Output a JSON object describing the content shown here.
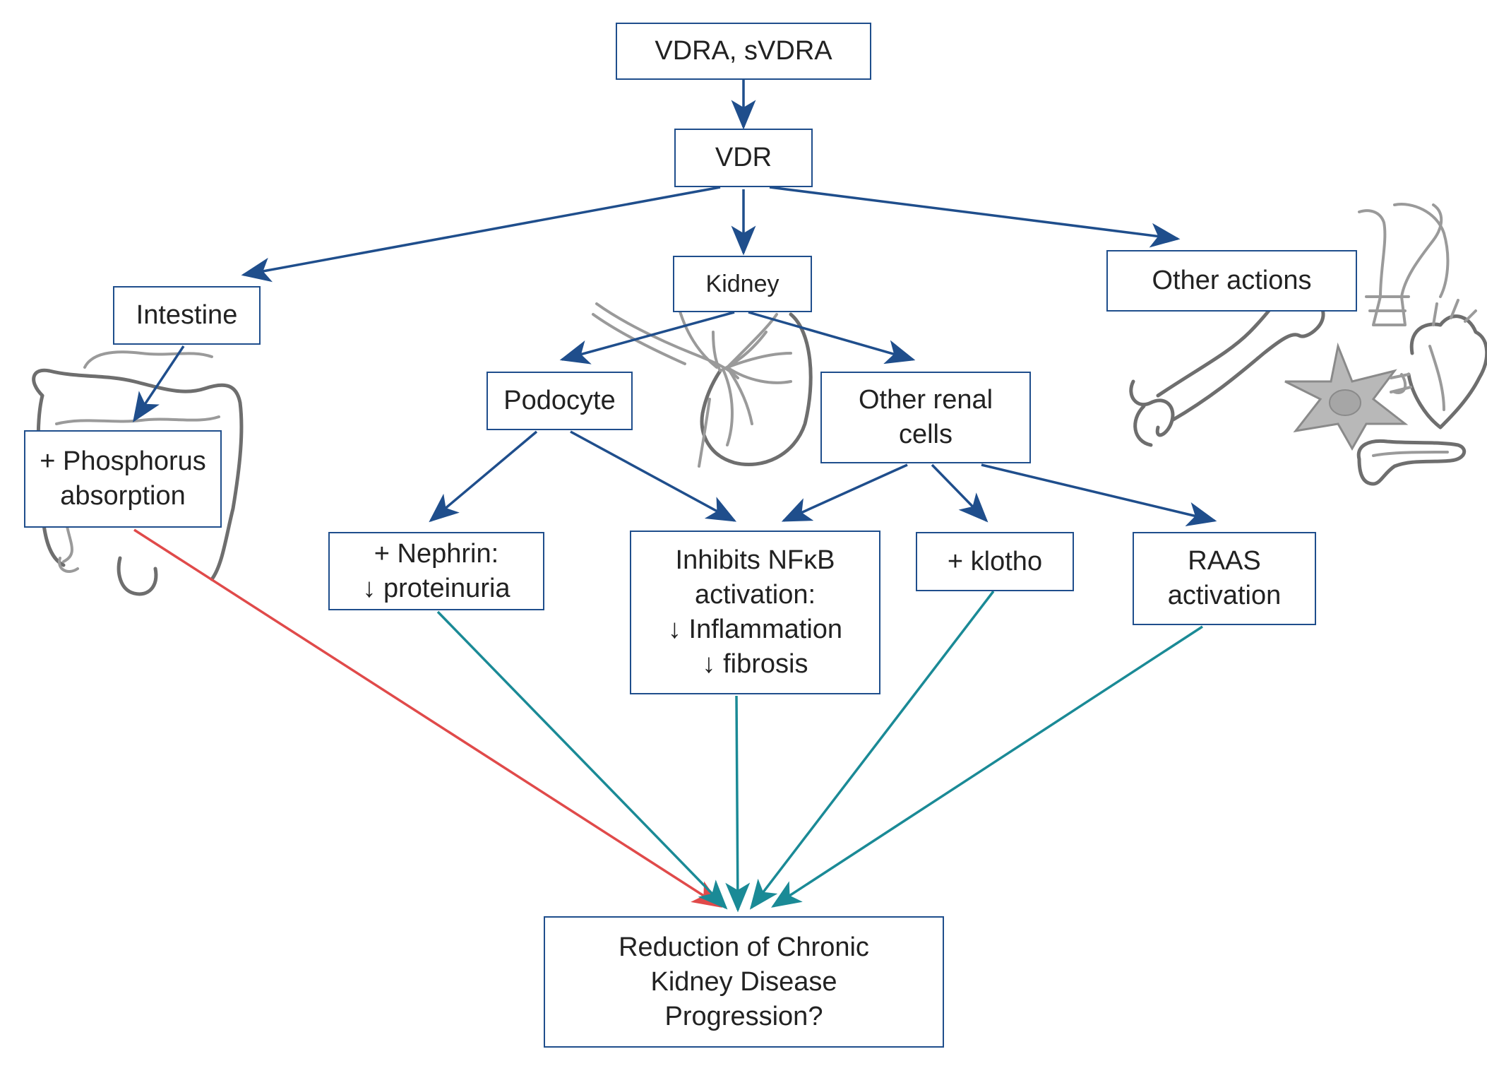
{
  "colors": {
    "box_border": "#1f4e8c",
    "arrow_navy": "#1f4e8c",
    "arrow_teal": "#1a8a96",
    "arrow_red": "#e04a4a",
    "sketch_gray": "#9a9a9a"
  },
  "nodes": {
    "vdra": {
      "lines": [
        "VDRA, sVDRA"
      ]
    },
    "vdr": {
      "lines": [
        "VDR"
      ]
    },
    "intestine": {
      "lines": [
        "Intestine"
      ]
    },
    "kidney": {
      "lines": [
        "Kidney"
      ]
    },
    "other_actions": {
      "lines": [
        "Other actions"
      ]
    },
    "phosphorus": {
      "lines": [
        "+ Phosphorus",
        "absorption"
      ]
    },
    "podocyte": {
      "lines": [
        "Podocyte"
      ]
    },
    "other_renal": {
      "lines": [
        "Other renal",
        "cells"
      ]
    },
    "nephrin": {
      "lines": [
        "+ Nephrin:",
        "↓ proteinuria"
      ]
    },
    "nfkb": {
      "lines": [
        "Inhibits NFκB",
        "activation:",
        "↓ Inflammation",
        "↓  fibrosis"
      ]
    },
    "klotho": {
      "lines": [
        "+ klotho"
      ]
    },
    "raas": {
      "lines": [
        "RAAS",
        "activation"
      ]
    },
    "reduction": {
      "lines": [
        "Reduction of Chronic",
        "Kidney Disease",
        "Progression?"
      ]
    }
  },
  "illustrations": {
    "intestine": "intestine-sketch",
    "kidney": "kidney-sketch",
    "other_actions": [
      "parathyroid-sketch",
      "bone-sketch",
      "bone-cell-sketch",
      "heart-sketch",
      "pancreas-sketch"
    ]
  }
}
